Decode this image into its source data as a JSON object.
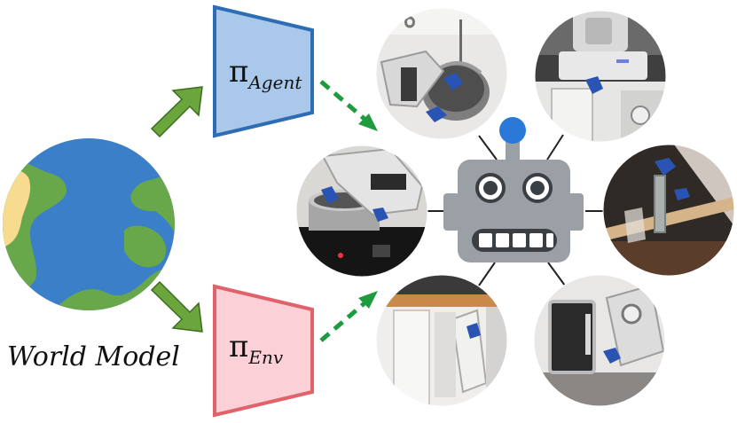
{
  "world_model": {
    "label": "World Model",
    "ocean_color": "#3a7fc8",
    "land_color": "#68a84a",
    "desert_color": "#f7dc8f"
  },
  "policies": {
    "agent": {
      "symbol": "π",
      "subscript": "Agent",
      "fill": "#a9c8ea",
      "stroke": "#2e6db3"
    },
    "env": {
      "symbol": "π",
      "subscript": "Env",
      "fill": "#fbd0d7",
      "stroke": "#e0626b"
    }
  },
  "arrows": {
    "solid_color": "#6aa63c",
    "dashed_color": "#1e9b3e"
  },
  "robot": {
    "body_color": "#9aa0a6",
    "face_color": "#cfd3d7",
    "antenna_ball_color": "#2a79d9",
    "eye_color": "#3a3f44",
    "connector_color": "#222222"
  },
  "photos": [
    {
      "name": "photo-pot-hanging",
      "scene": "gripper holding a metal pot by its handle"
    },
    {
      "name": "photo-microwave-top",
      "scene": "gripper reaching under a cabinet toward a microwave"
    },
    {
      "name": "photo-shelf",
      "scene": "gripper holding a vertical board on a wooden shelf"
    },
    {
      "name": "photo-pot-stove",
      "scene": "gripper placing a pot on an induction stove"
    },
    {
      "name": "photo-drawer",
      "scene": "gripper pulling a paper towel from a drawer"
    },
    {
      "name": "photo-oven-door",
      "scene": "gripper opening an oven door"
    }
  ]
}
